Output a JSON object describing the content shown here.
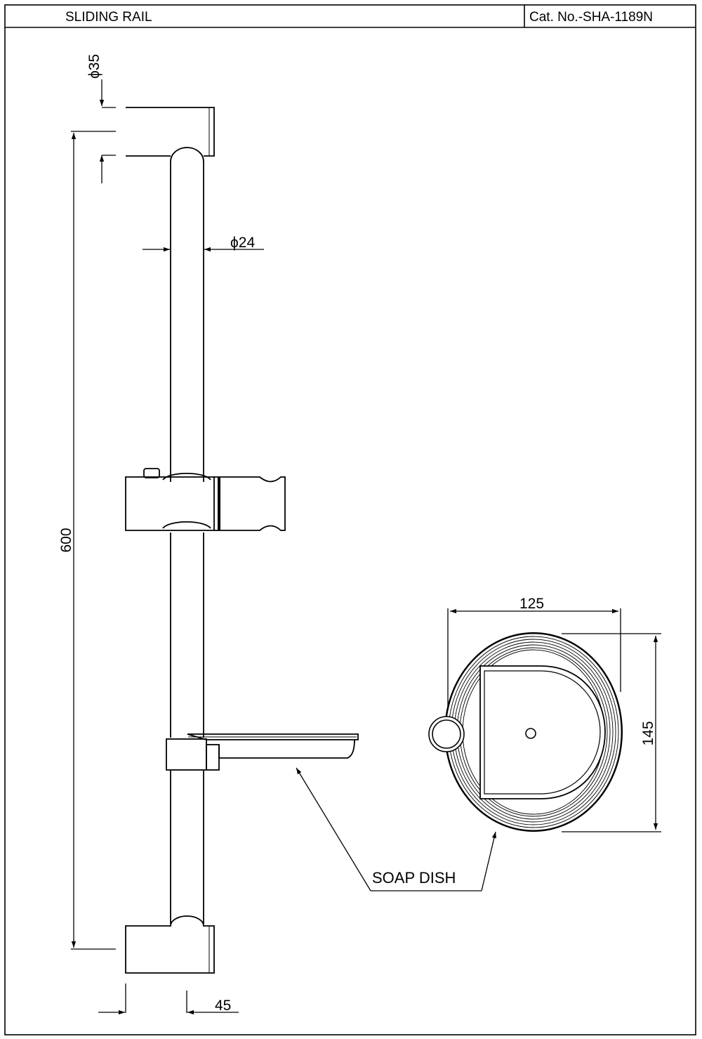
{
  "title_block": {
    "product_name": "SLIDING RAIL",
    "catalog_number": "Cat. No.-SHA-1189N"
  },
  "dimensions": {
    "bracket_diameter": "ϕ35",
    "rail_diameter": "ϕ24",
    "rail_length": "600",
    "bracket_depth": "45",
    "dish_width": "125",
    "dish_height": "145"
  },
  "callouts": {
    "soap_dish": "SOAP DISH"
  }
}
